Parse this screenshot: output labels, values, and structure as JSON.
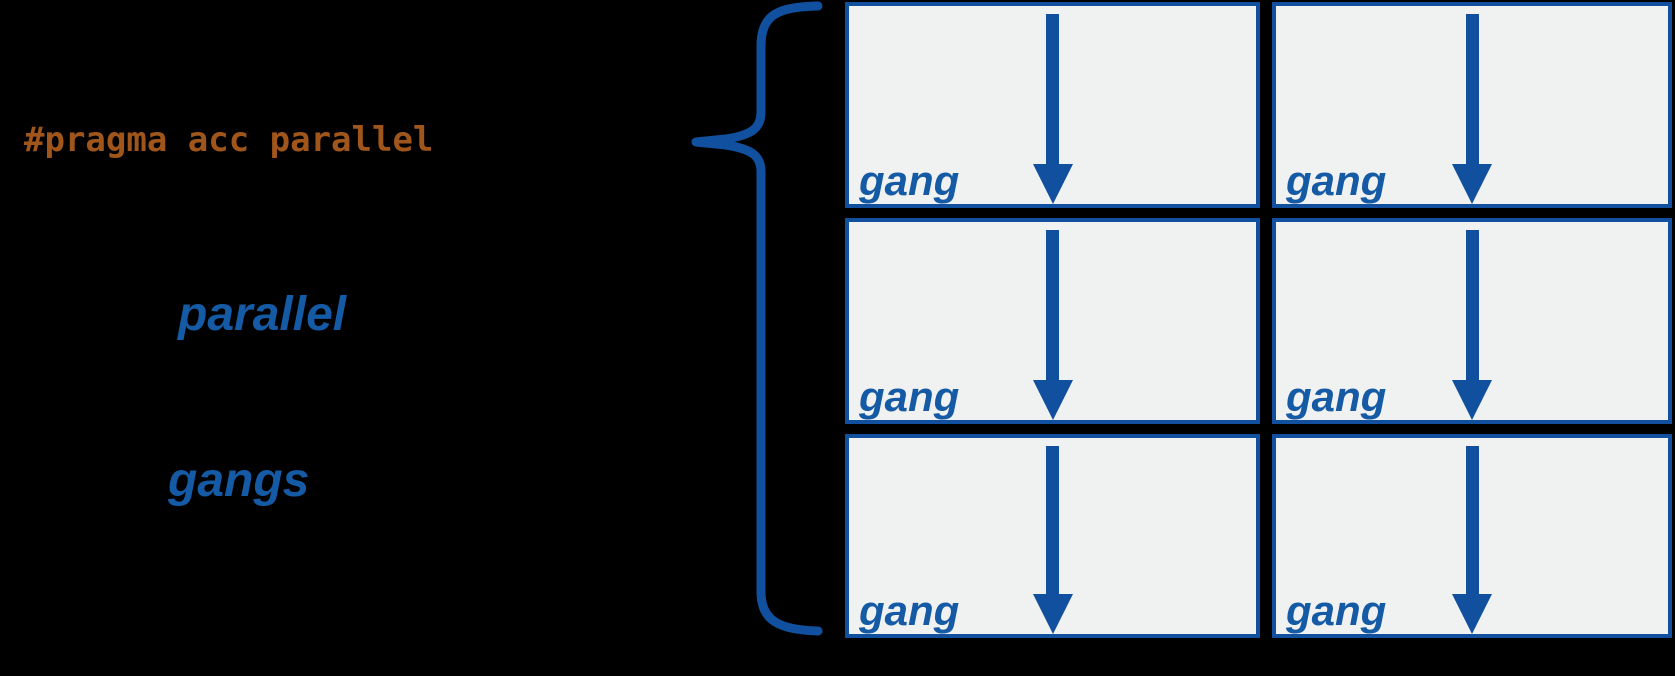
{
  "diagram": {
    "code_directive": "#pragma acc parallel",
    "keyword_label": "parallel",
    "concept_label": "gangs",
    "grid": {
      "rows": 3,
      "columns": 2,
      "cells": [
        {
          "label": "gang"
        },
        {
          "label": "gang"
        },
        {
          "label": "gang"
        },
        {
          "label": "gang"
        },
        {
          "label": "gang"
        },
        {
          "label": "gang"
        }
      ]
    }
  },
  "theme": {
    "background": "#000000",
    "code_color": "#a0561b",
    "label_blue": "#155aa5",
    "structure_blue": "#11509e",
    "cell_fill": "#f0f1f1"
  }
}
